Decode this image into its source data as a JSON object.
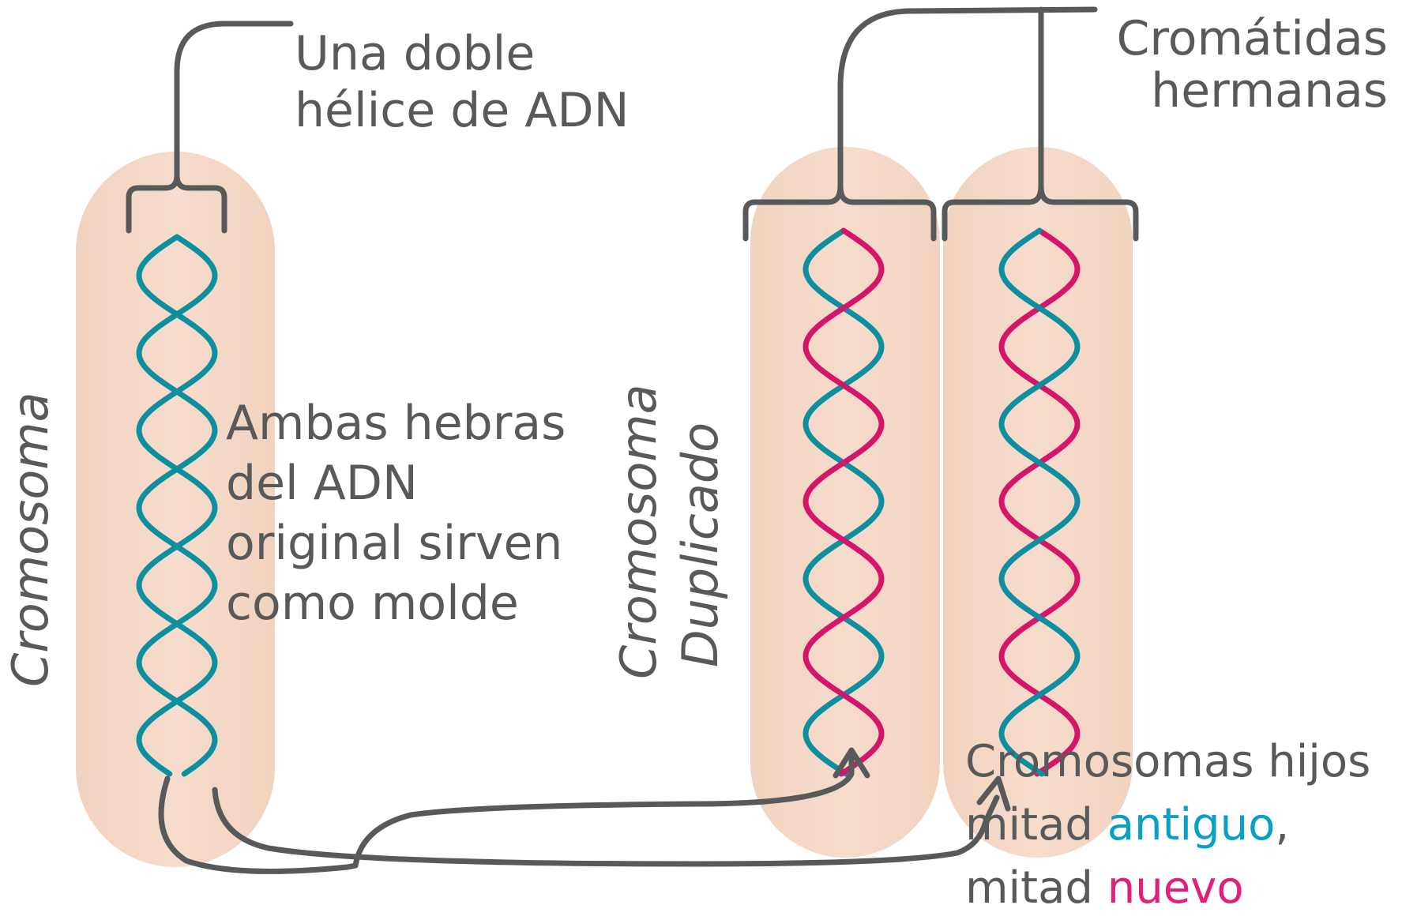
{
  "labels": {
    "helix": [
      "Una doble",
      "hélice de ADN"
    ],
    "sister_chromatids": [
      "Cromátidas",
      "hermanas"
    ],
    "template": [
      "Ambas hebras",
      "del ADN",
      "original sirven",
      "como molde"
    ],
    "chromosome": "Cromosoma",
    "duplicated": [
      "Cromosoma",
      "Duplicado"
    ],
    "daughters": {
      "line1": "Cromosomas hijos",
      "line2_prefix": "mitad ",
      "line2_colored": "antiguo",
      "line2_suffix": ",",
      "line3_prefix": "mitad  ",
      "line3_colored": "nuevo"
    }
  },
  "colors": {
    "old_strand": "#0e8fa0",
    "new_strand": "#d4156a",
    "chromosome_fill": "#f3d6c4",
    "line": "#58595b"
  }
}
